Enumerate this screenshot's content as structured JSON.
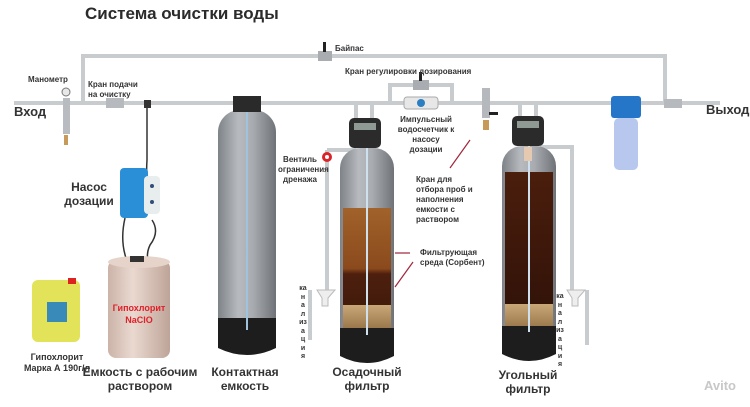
{
  "title": "Система очистки воды",
  "io": {
    "inlet": "Вход",
    "outlet": "Выход"
  },
  "labels": {
    "manometer": "Манометр",
    "supply_valve": "Кран подачи на очистку",
    "bypass": "Байпас",
    "dosing_valve": "Кран регулировки дозирования",
    "pulse_meter": "Импульсный водосчетчик к насосу дозации",
    "drain_valve": "Вентиль ограничения дренажа",
    "sample_tap": "Кран для отбора проб и наполнения емкости с раствором",
    "filter_media": "Фильтрующая среда (Сорбент)",
    "dosing_pump": "Насос дозации",
    "sewer_1": "канализация",
    "sewer_2": "канализация"
  },
  "tank_text": {
    "line1": "Гипохлорит",
    "line2": "NaClO"
  },
  "components": [
    {
      "id": "hypochlorite",
      "label": "Гипохлорит Марка А 190г/л"
    },
    {
      "id": "solution-tank",
      "label": "Емкость с рабочим раствором"
    },
    {
      "id": "contact-tank",
      "label": "Контактная емкость"
    },
    {
      "id": "sediment-filter",
      "label": "Осадочный фильтр"
    },
    {
      "id": "carbon-filter",
      "label": "Угольный фильтр"
    }
  ],
  "watermark": "Avito",
  "colors": {
    "pipe": "#c9cccf",
    "tank_gray": "#9ea3a8",
    "sorbent_brown": "#8a4a1c",
    "carbon_dark": "#3a170c",
    "pump_blue": "#2a8fd6",
    "red_text": "#e0202a"
  }
}
